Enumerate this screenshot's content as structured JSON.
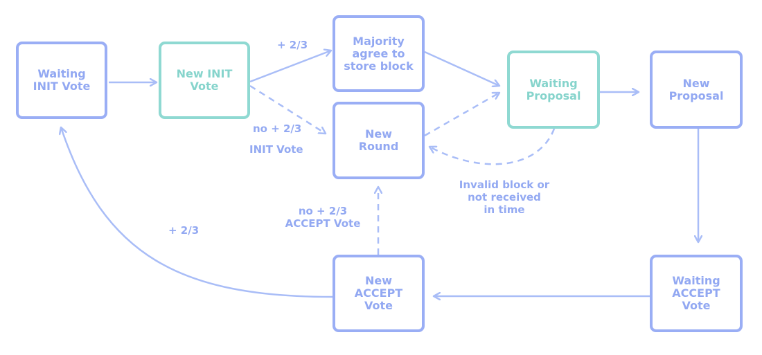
{
  "colors": {
    "node_border": "#9aaef5",
    "node_text": "#92a8f2",
    "accent_teal": "#8fd9d2",
    "arrow": "#a9bdf7"
  },
  "nodes": {
    "waiting_init_vote": "Waiting\nINIT Vote",
    "new_init_vote": "New INIT\nVote",
    "majority_agree": "Majority\nagree to\nstore block",
    "new_round": "New\nRound",
    "waiting_proposal": "Waiting\nProposal",
    "new_proposal": "New\nProposal",
    "waiting_accept_vote": "Waiting\nACCEPT\nVote",
    "new_accept_vote": "New\nACCEPT\nVote"
  },
  "edge_labels": {
    "plus_two_thirds_top": "+ 2/3",
    "no_two_thirds_init": "no + 2/3",
    "init_vote": "INIT Vote",
    "invalid_block": "Invalid block or\nnot received\nin time",
    "no_two_thirds_accept": "no + 2/3\nACCEPT Vote",
    "plus_two_thirds_left": "+ 2/3"
  }
}
